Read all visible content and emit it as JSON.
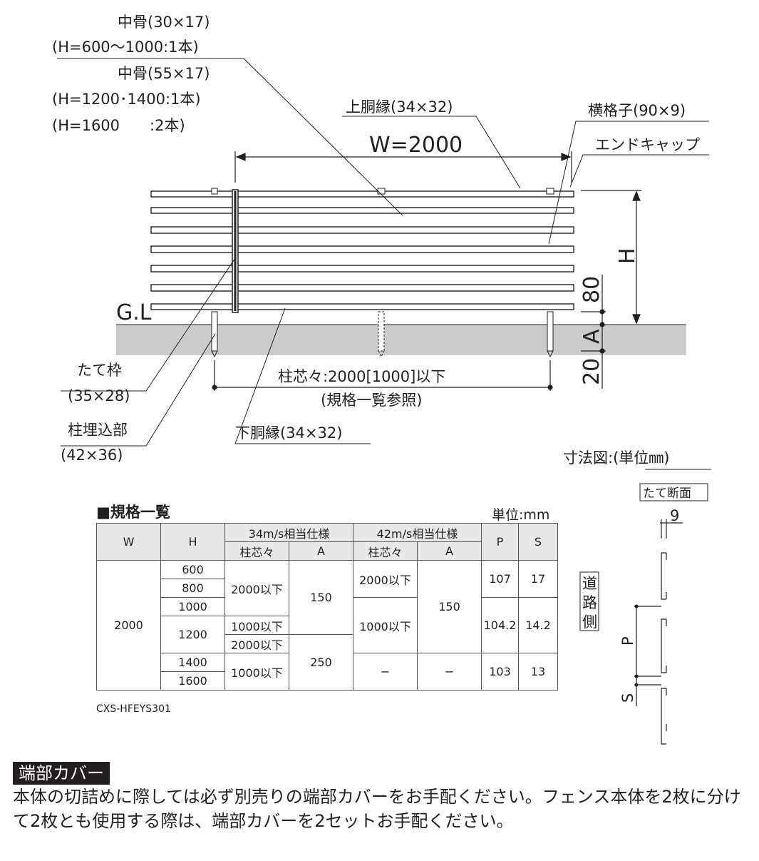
{
  "labels": {
    "naka_bone_1": "中骨(30×17)",
    "naka_bone_1_note": "(H=600〜1000:1本)",
    "naka_bone_2": "中骨(55×17)",
    "naka_bone_2_note1": "(H=1200･1400:1本)",
    "naka_bone_2_note2": "(H=1600　　:2本)",
    "upper_rail": "上胴縁(34×32)",
    "horizontal_slat": "横格子(90×9)",
    "end_cap": "エンドキャップ",
    "width": "W=2000",
    "height": "H",
    "dim_80": "80",
    "dim_a": "A",
    "dim_20": "20",
    "gl": "G.L",
    "vertical_frame": "たて枠",
    "vertical_frame_size": "(35×28)",
    "post_embed": "柱埋込部",
    "post_embed_size": "(42×36)",
    "post_pitch": "柱芯々:2000[1000]以下",
    "post_pitch_note": "(規格一覧参照)",
    "lower_rail": "下胴縁(34×32)",
    "dim_caption": "寸法図:(単位㎜)"
  },
  "section": {
    "title": "たて断面",
    "dim_9": "9",
    "road_side": [
      "道",
      "路",
      "側"
    ],
    "p": "P",
    "s": "S"
  },
  "spec": {
    "title": "■規格一覧",
    "unit": "単位:mm",
    "h_w": "W",
    "h_h": "H",
    "h_34": "34m/s相当仕様",
    "h_42": "42m/s相当仕様",
    "h_pitch": "柱芯々",
    "h_a": "A",
    "h_p": "P",
    "h_s": "S",
    "w": "2000",
    "h600": "600",
    "h800": "800",
    "h1000": "1000",
    "h1200": "1200",
    "h1400": "1400",
    "h1600": "1600",
    "p34_a": "2000以下",
    "p34_b": "1000以下",
    "p34_c": "2000以下",
    "p34_d": "1000以下",
    "a34_a": "150",
    "a34_b": "250",
    "p42_a": "2000以下",
    "p42_b": "1000以下",
    "p42_c": "−",
    "a42_a": "150",
    "a42_b": "−",
    "p_a": "107",
    "p_b": "104.2",
    "p_c": "103",
    "s_a": "17",
    "s_b": "14.2",
    "s_c": "13",
    "code": "CXS-HFEYS301"
  },
  "note": {
    "title": "端部カバー",
    "body": "本体の切詰めに際しては必ず別売りの端部カバーをお手配ください。フェンス本体を2枚に分けて2枚とも使用する際は、端部カバーを2セットお手配ください。"
  }
}
